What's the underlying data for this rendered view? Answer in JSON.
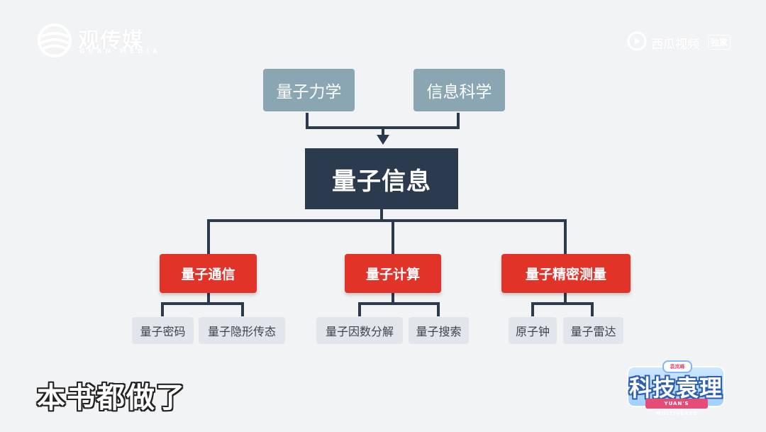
{
  "watermark_left": {
    "name": "观传媒",
    "sub": "GUAN MEDIA"
  },
  "watermark_right": {
    "name": "西瓜视频",
    "tag": "独家"
  },
  "diagram": {
    "sources": [
      "量子力学",
      "信息科学"
    ],
    "core": "量子信息",
    "branches": [
      {
        "label": "量子通信",
        "children": [
          "量子密码",
          "量子隐形传态"
        ]
      },
      {
        "label": "量子计算",
        "children": [
          "量子因数分解",
          "量子搜索"
        ]
      },
      {
        "label": "量子精密测量",
        "children": [
          "原子钟",
          "量子雷达"
        ]
      }
    ]
  },
  "subtitle": "本书都做了",
  "badge": {
    "title": "科技袁理",
    "ribbon": "YUAN'S MULTIVERSE",
    "top": "袁岚峰"
  },
  "colors": {
    "source": "#8aa6b3",
    "core": "#2c3a4e",
    "branch": "#e23329",
    "leaf": "#e2e6ec",
    "line": "#2c3a4e"
  }
}
